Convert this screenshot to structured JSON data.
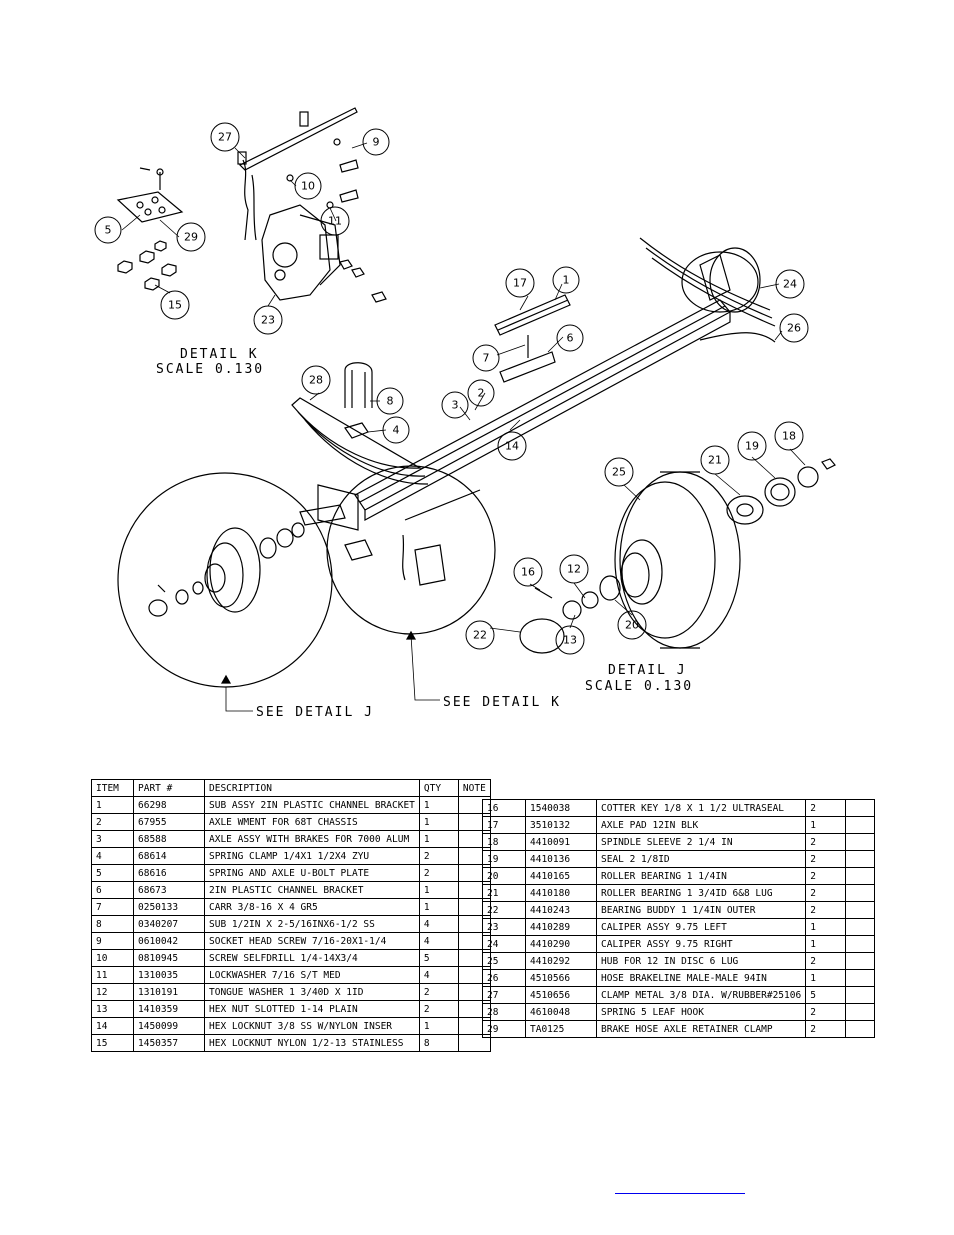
{
  "detail_k": {
    "title": "DETAIL  K",
    "scale": "SCALE  0.130"
  },
  "detail_j": {
    "title": "DETAIL  J",
    "scale": "SCALE  0.130"
  },
  "callouts": {
    "see_j": "SEE DETAIL  J",
    "see_k": "SEE DETAIL  K"
  },
  "balloons": [
    "27",
    "9",
    "10",
    "11",
    "5",
    "29",
    "15",
    "23",
    "17",
    "1",
    "6",
    "7",
    "24",
    "26",
    "28",
    "8",
    "4",
    "3",
    "2",
    "14",
    "18",
    "19",
    "21",
    "25",
    "16",
    "12",
    "13",
    "20",
    "22"
  ],
  "bom_left": {
    "headers": [
      "ITEM",
      "PART #",
      "DESCRIPTION",
      "QTY",
      "NOTE"
    ],
    "rows": [
      [
        "1",
        "66298",
        "SUB ASSY 2IN PLASTIC CHANNEL BRACKET",
        "1",
        ""
      ],
      [
        "2",
        "67955",
        "AXLE WMENT FOR 68T CHASSIS",
        "1",
        ""
      ],
      [
        "3",
        "68588",
        "AXLE ASSY WITH BRAKES FOR 7000 ALUM",
        "1",
        ""
      ],
      [
        "4",
        "68614",
        "SPRING CLAMP   1/4X1 1/2X4  ZYU",
        "2",
        ""
      ],
      [
        "5",
        "68616",
        "SPRING AND AXLE U-BOLT PLATE",
        "2",
        ""
      ],
      [
        "6",
        "68673",
        "2IN PLASTIC CHANNEL BRACKET",
        "1",
        ""
      ],
      [
        "7",
        "0250133",
        "CARR 3/8-16 X 4 GR5",
        "1",
        ""
      ],
      [
        "8",
        "0340207",
        "SUB 1/2IN X 2-5/16INX6-1/2 SS",
        "4",
        ""
      ],
      [
        "9",
        "0610042",
        "SOCKET HEAD SCREW 7/16-20X1-1/4",
        "4",
        ""
      ],
      [
        "10",
        "0810945",
        "SCREW SELFDRILL  1/4-14X3/4",
        "5",
        ""
      ],
      [
        "11",
        "1310035",
        "LOCKWASHER 7/16 S/T MED",
        "4",
        ""
      ],
      [
        "12",
        "1310191",
        "TONGUE WASHER 1 3/40D X 1ID",
        "2",
        ""
      ],
      [
        "13",
        "1410359",
        "HEX NUT SLOTTED 1-14 PLAIN",
        "2",
        ""
      ],
      [
        "14",
        "1450099",
        "HEX LOCKNUT 3/8 SS W/NYLON INSER",
        "1",
        ""
      ],
      [
        "15",
        "1450357",
        "HEX LOCKNUT NYLON 1/2-13 STAINLESS",
        "8",
        ""
      ]
    ]
  },
  "bom_right": {
    "rows": [
      [
        "16",
        "1540038",
        "COTTER KEY 1/8 X 1 1/2 ULTRASEAL",
        "2",
        ""
      ],
      [
        "17",
        "3510132",
        "AXLE PAD 12IN  BLK",
        "1",
        ""
      ],
      [
        "18",
        "4410091",
        "SPINDLE SLEEVE 2 1/4 IN",
        "2",
        ""
      ],
      [
        "19",
        "4410136",
        "SEAL  2 1/8ID",
        "2",
        ""
      ],
      [
        "20",
        "4410165",
        "ROLLER BEARING  1 1/4IN",
        "2",
        ""
      ],
      [
        "21",
        "4410180",
        "ROLLER BEARING  1 3/4ID 6&8 LUG",
        "2",
        ""
      ],
      [
        "22",
        "4410243",
        "BEARING BUDDY  1 1/4IN OUTER",
        "2",
        ""
      ],
      [
        "23",
        "4410289",
        "CALIPER ASSY 9.75 LEFT",
        "1",
        ""
      ],
      [
        "24",
        "4410290",
        "CALIPER ASSY 9.75 RIGHT",
        "1",
        ""
      ],
      [
        "25",
        "4410292",
        "HUB FOR 12 IN DISC 6 LUG",
        "2",
        ""
      ],
      [
        "26",
        "4510566",
        "HOSE BRAKELINE MALE-MALE 94IN",
        "1",
        ""
      ],
      [
        "27",
        "4510656",
        "CLAMP METAL 3/8 DIA. W/RUBBER#25106",
        "5",
        ""
      ],
      [
        "28",
        "4610048",
        "SPRING  5 LEAF HOOK",
        "2",
        ""
      ],
      [
        "29",
        "TA0125",
        "BRAKE HOSE AXLE RETAINER CLAMP",
        "2",
        ""
      ]
    ]
  },
  "link_color": "#0000ee"
}
